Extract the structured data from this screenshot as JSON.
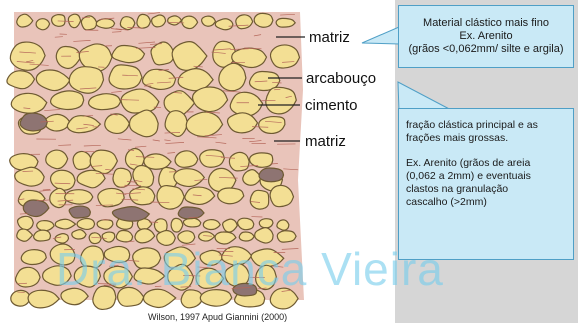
{
  "labels": {
    "matriz_top": "matriz",
    "arcabouco": "arcabouço",
    "cimento": "cimento",
    "matriz_mid": "matriz"
  },
  "callout_top": {
    "line1": "Material clástico mais fino",
    "line2": "Ex. Arenito",
    "line3": "(grãos <0,062mm/ silte e argila)"
  },
  "callout_right": {
    "para1_line1": "fração clástica principal e as",
    "para1_line2": "frações mais grossas.",
    "para2_line1": "Ex. Arenito (grãos de areia",
    "para2_line2": "(0,062 a 2mm) e eventuais",
    "para2_line3": "clastos na granulação",
    "para2_line4": "cascalho (>2mm)"
  },
  "watermark": "Dra. Bianca Vieira",
  "citation": "Wilson, 1997 Apud Giannini (2000)",
  "colors": {
    "background": "#d6d6d6",
    "matrix": "#e8c0b6",
    "grain_fill": "#f3df94",
    "grain_stroke": "#6e5a32",
    "clast_dark": "#8e7472",
    "callout_fill": "#c9e9f6",
    "callout_border": "#4f9fc6",
    "watermark": "#78cdeb"
  }
}
